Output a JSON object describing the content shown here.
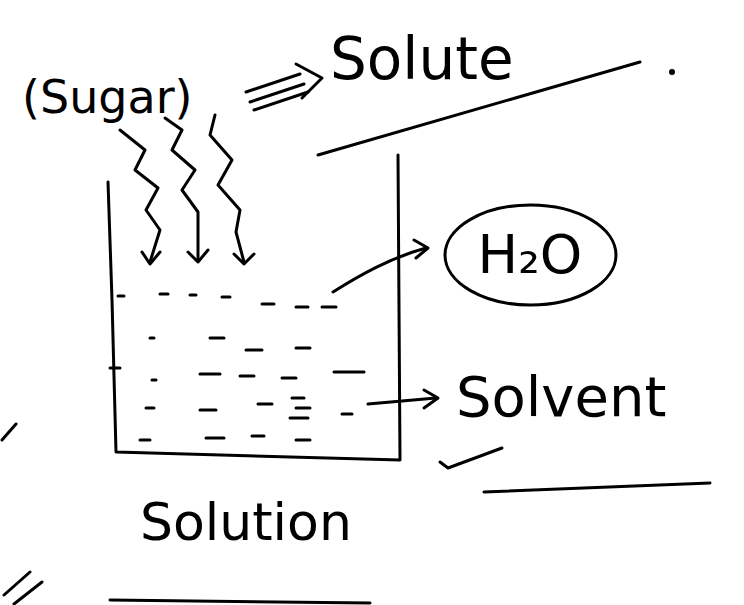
{
  "diagram": {
    "nodes": [
      {
        "text": [
          "H₂O"
        ]
      }
    ],
    "labels": [
      "(Sugar)",
      "Solute",
      "Solvent",
      "Solution"
    ]
  }
}
